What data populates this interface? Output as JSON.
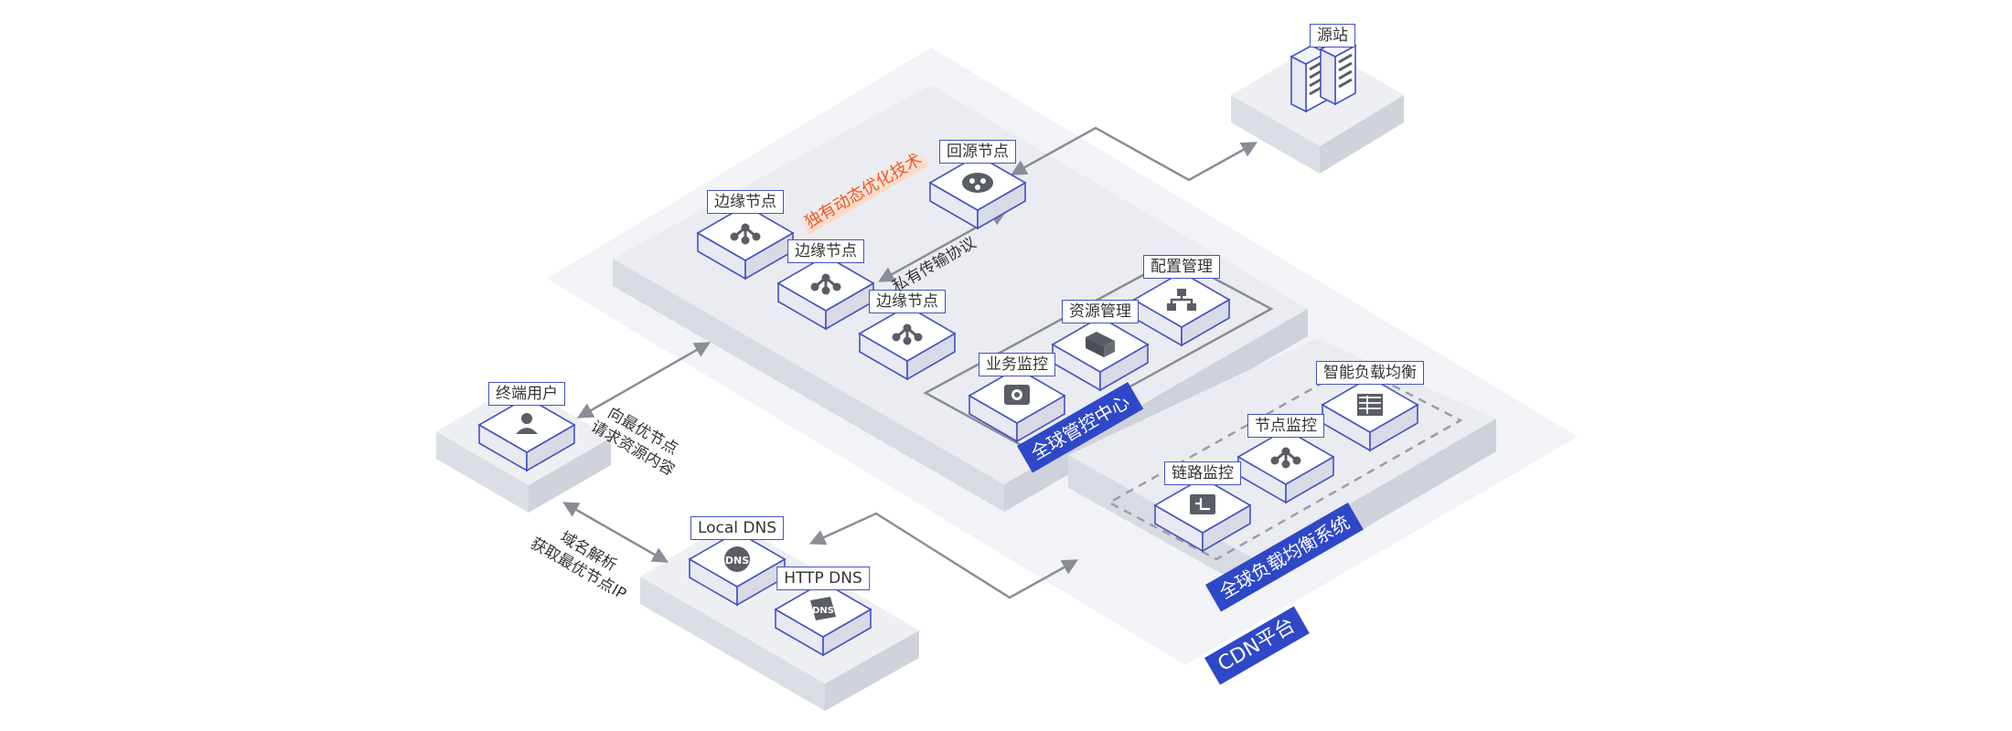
{
  "nodes": {
    "origin": {
      "label": "源站",
      "icon": "server-icon"
    },
    "back_to_source": {
      "label": "回源节点",
      "icon": "cloud-node-icon"
    },
    "edge_1": {
      "label": "边缘节点",
      "icon": "share-node-icon"
    },
    "edge_2": {
      "label": "边缘节点",
      "icon": "share-node-icon"
    },
    "edge_3": {
      "label": "边缘节点",
      "icon": "share-node-icon"
    },
    "config_mgmt": {
      "label": "配置管理",
      "icon": "hierarchy-icon"
    },
    "resource_mgmt": {
      "label": "资源管理",
      "icon": "folder-icon"
    },
    "business_monitor": {
      "label": "业务监控",
      "icon": "monitor-icon"
    },
    "end_user": {
      "label": "终端用户",
      "icon": "user-icon"
    },
    "local_dns": {
      "label": "Local DNS",
      "icon": "dns-globe-icon"
    },
    "http_dns": {
      "label": "HTTP DNS",
      "icon": "dns-doc-icon"
    },
    "smart_lb": {
      "label": "智能负载均衡",
      "icon": "table-icon"
    },
    "node_monitor": {
      "label": "节点监控",
      "icon": "share-node-icon"
    },
    "link_monitor": {
      "label": "链路监控",
      "icon": "link-monitor-icon"
    }
  },
  "annotations": {
    "dynamic_optimization": "独有动态优化技术",
    "private_protocol": "私有传输协议",
    "request_nearest_1": "向最优节点",
    "request_nearest_2": "请求资源内容",
    "dns_resolve_1": "域名解析",
    "dns_resolve_2": "获取最优节点IP"
  },
  "banners": {
    "global_control": "全球管控中心",
    "global_lb": "全球负载均衡系统",
    "cdn_platform": "CDN平台"
  },
  "colors": {
    "accent_blue": "#2f48c8",
    "icon_outline": "#4452c4",
    "orange_text": "#ee5a22",
    "platform_gray": "#eceef4"
  }
}
